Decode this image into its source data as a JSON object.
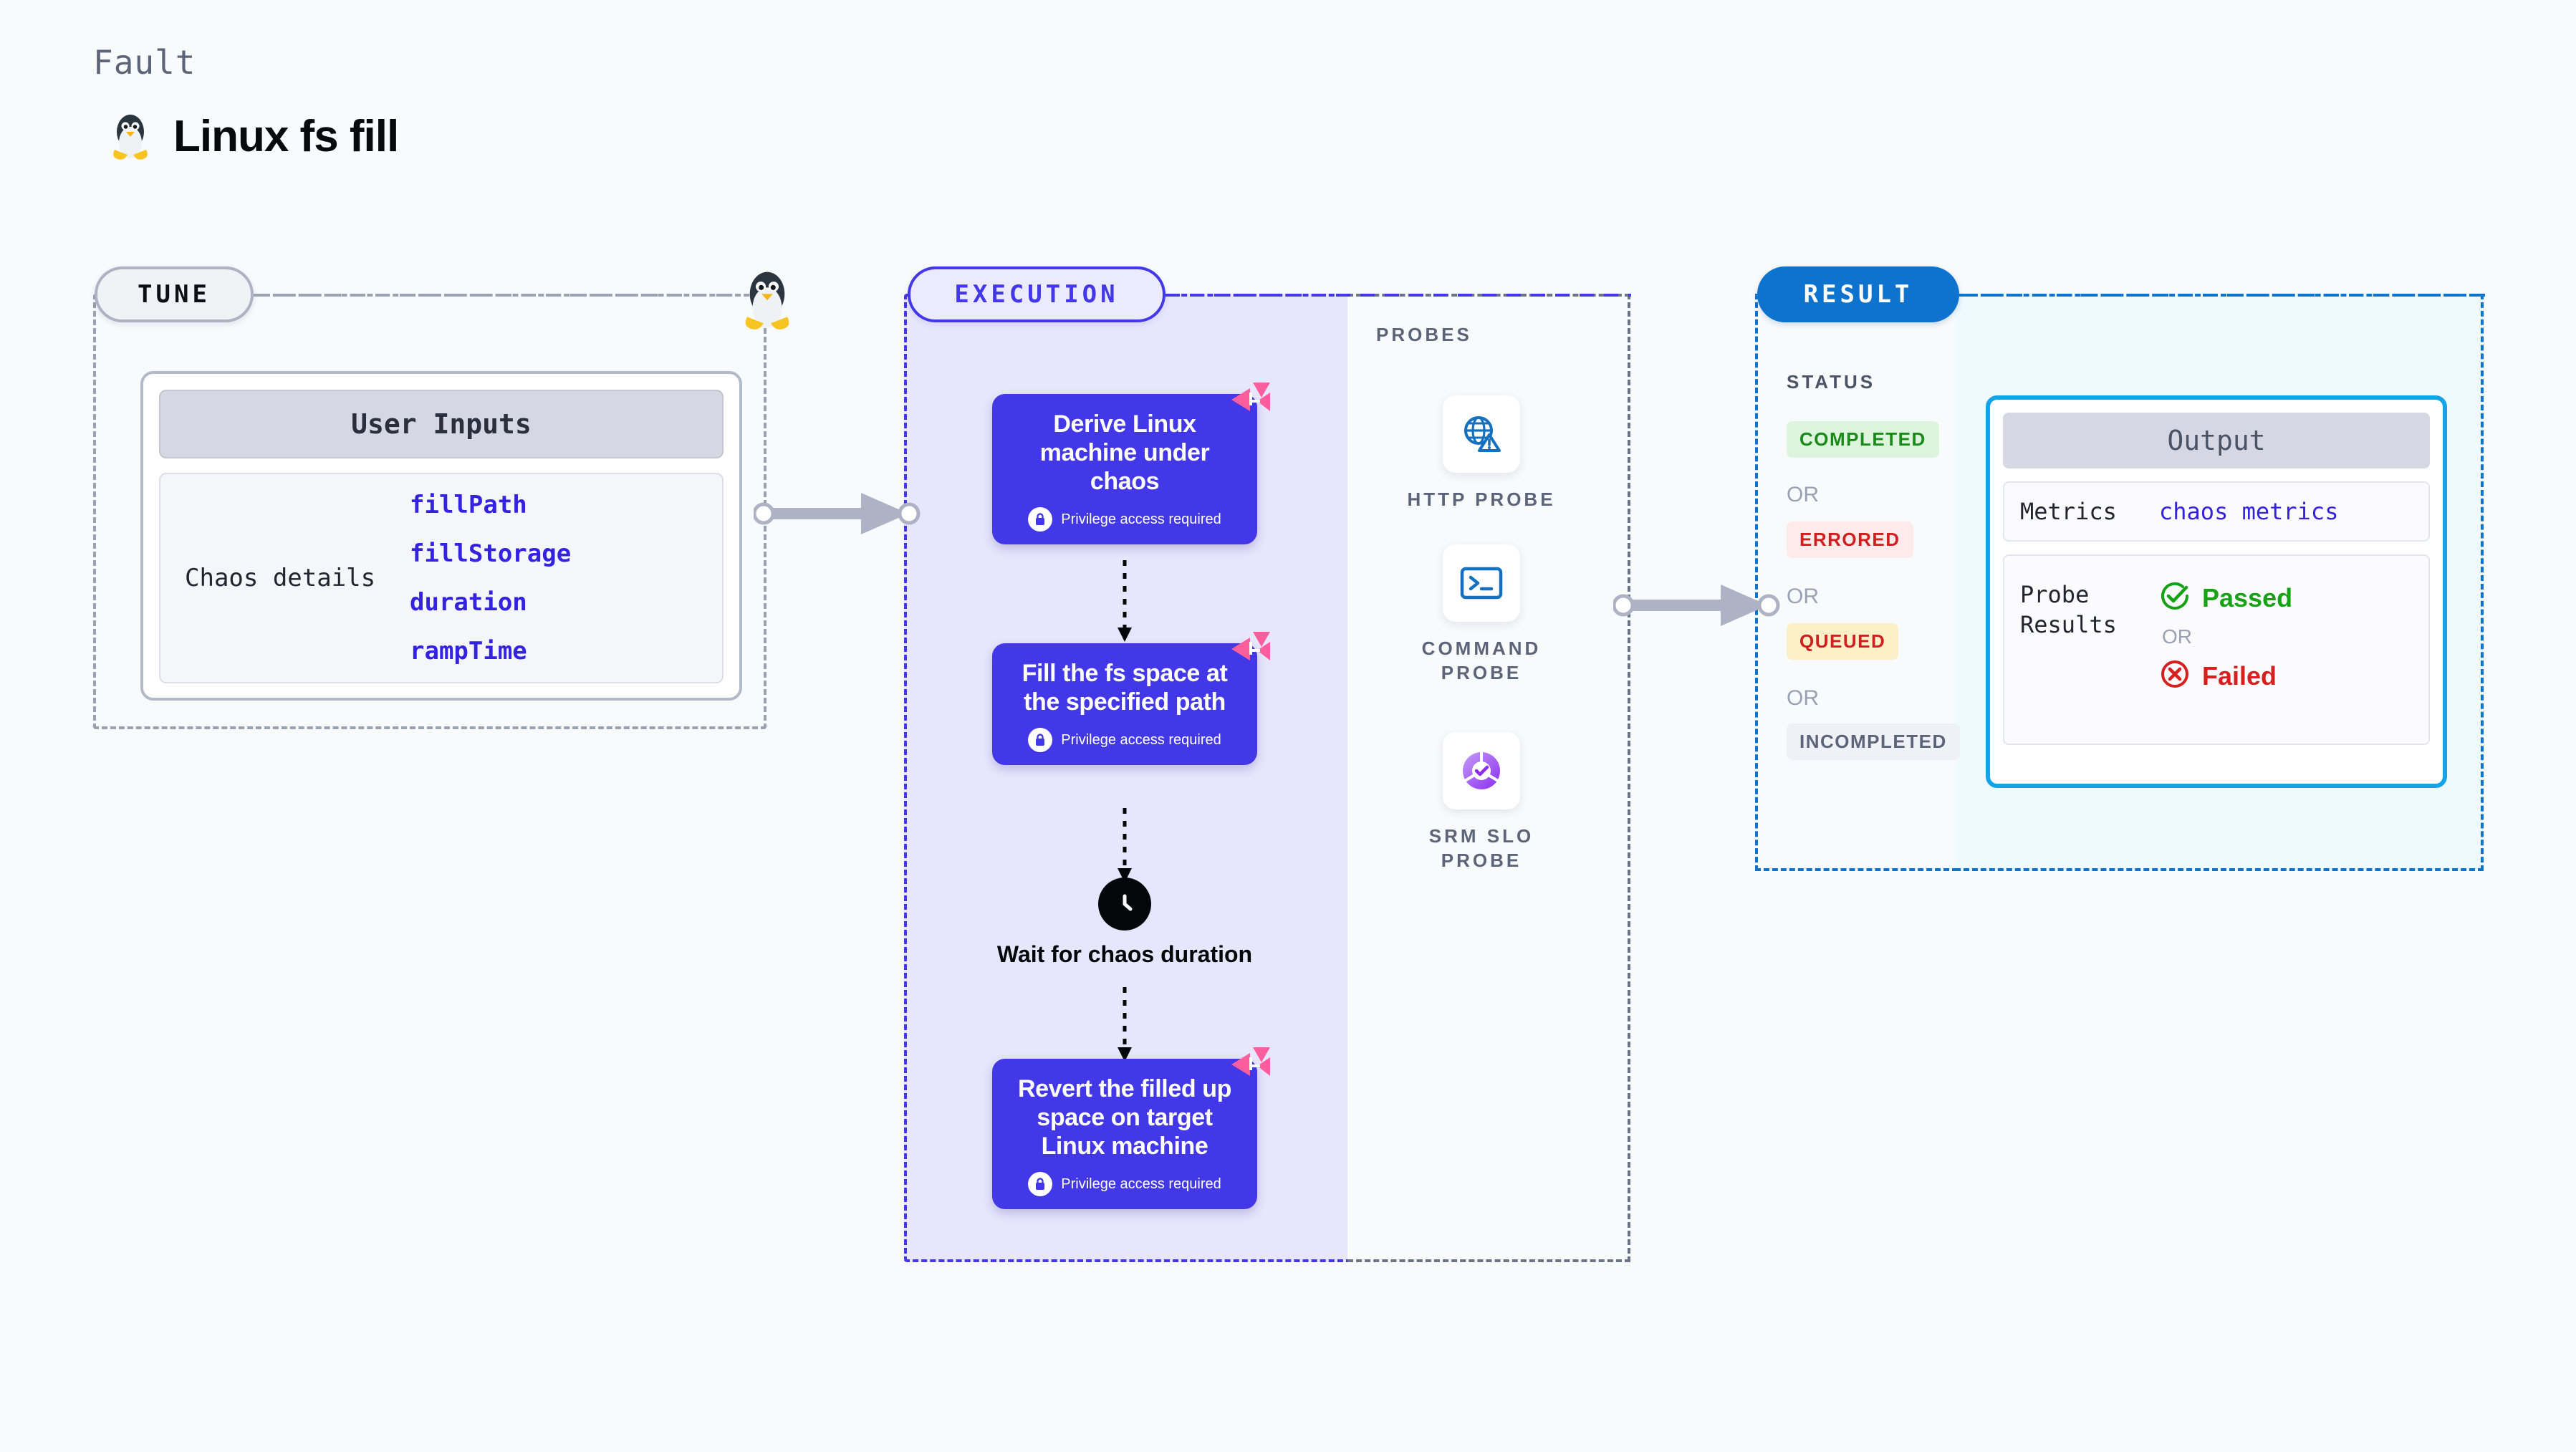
{
  "header": {
    "eyebrow": "Fault",
    "title": "Linux fs fill",
    "icon": "linux-penguin-icon"
  },
  "tune": {
    "pill_label": "TUNE",
    "card": {
      "header": "User Inputs",
      "row_label": "Chaos details",
      "params": [
        "fillPath",
        "fillStorage",
        "duration",
        "rampTime"
      ]
    },
    "side_icon": "linux-penguin-icon"
  },
  "execution": {
    "pill_label": "EXECUTION",
    "steps": [
      {
        "title": "Derive Linux machine under chaos",
        "privilege_note": "Privilege access required",
        "badge_icon": "litmus-logo-icon",
        "lock_icon": "lock-icon",
        "type": "task"
      },
      {
        "title": "Fill the fs space at the specified path",
        "privilege_note": "Privilege access required",
        "badge_icon": "litmus-logo-icon",
        "lock_icon": "lock-icon",
        "type": "task"
      },
      {
        "title": "Wait for chaos duration",
        "icon": "clock-icon",
        "type": "wait"
      },
      {
        "title": "Revert the filled up space on target Linux machine",
        "privilege_note": "Privilege access required",
        "badge_icon": "litmus-logo-icon",
        "lock_icon": "lock-icon",
        "type": "task"
      }
    ]
  },
  "probes": {
    "title": "PROBES",
    "items": [
      {
        "label": "HTTP PROBE",
        "icon": "globe-warning-icon"
      },
      {
        "label": "COMMAND PROBE",
        "icon": "terminal-icon"
      },
      {
        "label": "SRM SLO PROBE",
        "icon": "slo-donut-check-icon"
      }
    ]
  },
  "result": {
    "pill_label": "RESULT",
    "status_title": "STATUS",
    "or_label": "OR",
    "statuses": [
      {
        "label": "COMPLETED",
        "bg": "#ddf5dd",
        "color": "#1a8a1a"
      },
      {
        "label": "ERRORED",
        "bg": "#fdeaea",
        "color": "#cf1f1f"
      },
      {
        "label": "QUEUED",
        "bg": "#fdf0c8",
        "color": "#cf1f1f"
      },
      {
        "label": "INCOMPLETED",
        "bg": "#f0f1f6",
        "color": "#5b6478"
      }
    ],
    "output": {
      "header": "Output",
      "metrics_key": "Metrics",
      "metrics_value": "chaos metrics",
      "probe_results_key": "Probe Results",
      "passed_label": "Passed",
      "failed_label": "Failed",
      "or_label": "OR",
      "passed_icon": "check-circle-icon",
      "failed_icon": "x-circle-icon"
    }
  },
  "colors": {
    "page_bg": "#f8fafc",
    "indigo": "#4338e8",
    "blue": "#0d73cf",
    "cyan": "#13a3e8",
    "pink": "#fb5e9d",
    "gray_border": "#9aa1b4"
  }
}
